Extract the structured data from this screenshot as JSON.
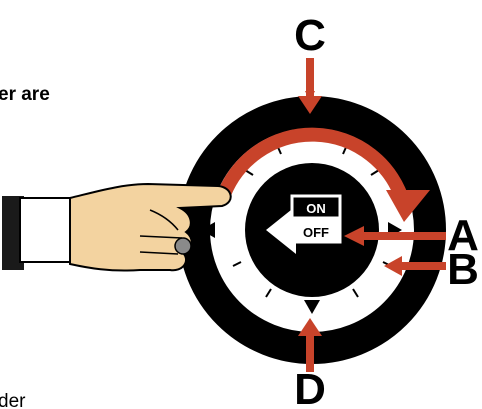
{
  "fragments": {
    "top": "er are",
    "bottom": "der"
  },
  "dial": {
    "switch_on": "ON",
    "switch_off": "OFF"
  },
  "labels": {
    "a": "A",
    "b": "B",
    "c": "C",
    "d": "D"
  },
  "colors": {
    "arrow": "#C8432A",
    "ring": "#000000",
    "skin": "#F3D3A0",
    "cuff": "#1a1a1a"
  },
  "icons": {
    "hand": "pointing-hand-icon",
    "rotation": "curved-arrow-icon"
  }
}
